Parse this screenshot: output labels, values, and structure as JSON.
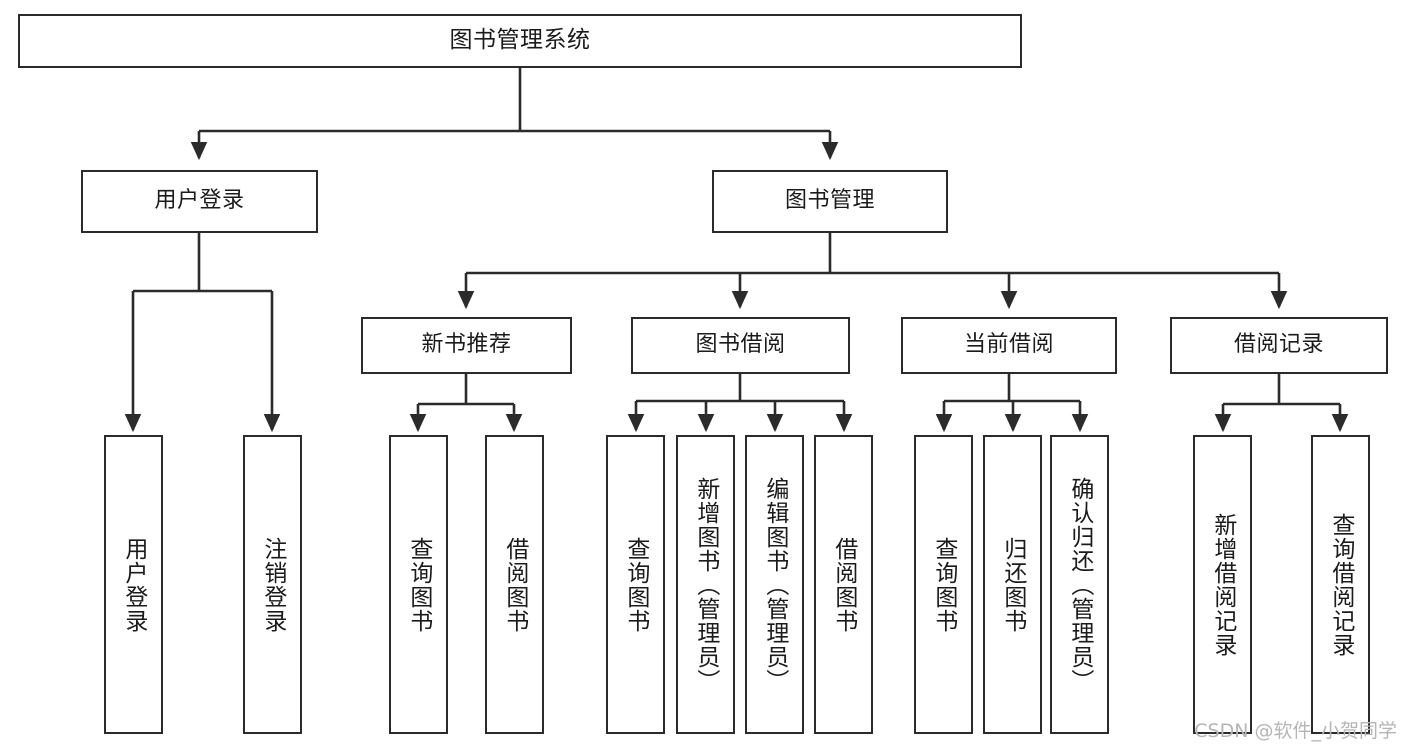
{
  "diagram": {
    "title": "图书管理系统",
    "root": {
      "label": "图书管理系统"
    },
    "level1": [
      {
        "label": "用户登录"
      },
      {
        "label": "图书管理"
      }
    ],
    "level2": [
      {
        "label": "新书推荐"
      },
      {
        "label": "图书借阅"
      },
      {
        "label": "当前借阅"
      },
      {
        "label": "借阅记录"
      }
    ],
    "leaves": {
      "user_login": [
        {
          "label": "用户登录"
        },
        {
          "label": "注销登录"
        }
      ],
      "new_book_recommend": [
        {
          "label": "查询图书"
        },
        {
          "label": "借阅图书"
        }
      ],
      "book_borrow": [
        {
          "label": "查询图书"
        },
        {
          "label": "新增图书（管理员）"
        },
        {
          "label": "编辑图书（管理员）"
        },
        {
          "label": "借阅图书"
        }
      ],
      "current_borrow": [
        {
          "label": "查询图书"
        },
        {
          "label": "归还图书"
        },
        {
          "label": "确认归还（管理员）"
        }
      ],
      "borrow_record": [
        {
          "label": "新增借阅记录"
        },
        {
          "label": "查询借阅记录"
        }
      ]
    },
    "watermark": "CSDN @软件_小贺同学",
    "colors": {
      "box_border": "#2b2b2b",
      "box_fill": "#ffffff",
      "edge": "#2b2b2b",
      "text": "#1b1b1b",
      "watermark": "#b6b6b6"
    }
  }
}
